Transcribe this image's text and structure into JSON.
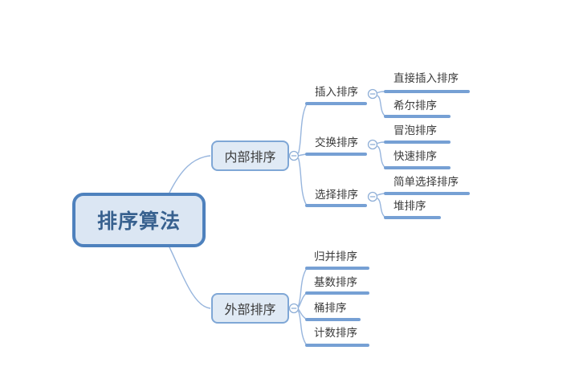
{
  "mindmap": {
    "root": {
      "label": "排序算法"
    },
    "branches": [
      {
        "label": "内部排序",
        "children": [
          {
            "label": "插入排序",
            "children": [
              {
                "label": "直接插入排序"
              },
              {
                "label": "希尔排序"
              }
            ]
          },
          {
            "label": "交换排序",
            "children": [
              {
                "label": "冒泡排序"
              },
              {
                "label": "快速排序"
              }
            ]
          },
          {
            "label": "选择排序",
            "children": [
              {
                "label": "简单选择排序"
              },
              {
                "label": "堆排序"
              }
            ]
          }
        ]
      },
      {
        "label": "外部排序",
        "children": [
          {
            "label": "归并排序"
          },
          {
            "label": "基数排序"
          },
          {
            "label": "桶排序"
          },
          {
            "label": "计数排序"
          }
        ]
      }
    ],
    "icons": {
      "collapse_toggle": "minus-circle"
    },
    "colors": {
      "root_border": "#4e81bd",
      "root_fill": "#dbe6f3",
      "root_text": "#38618f",
      "node_border": "#7fa7d6",
      "node_fill": "#e0eaf5",
      "branch_line": "#76a0d4",
      "curve_line": "#97b5dd",
      "toggle": "#8fafd7",
      "topic_text": "#3a3a3a",
      "background": "#ffffff"
    }
  }
}
